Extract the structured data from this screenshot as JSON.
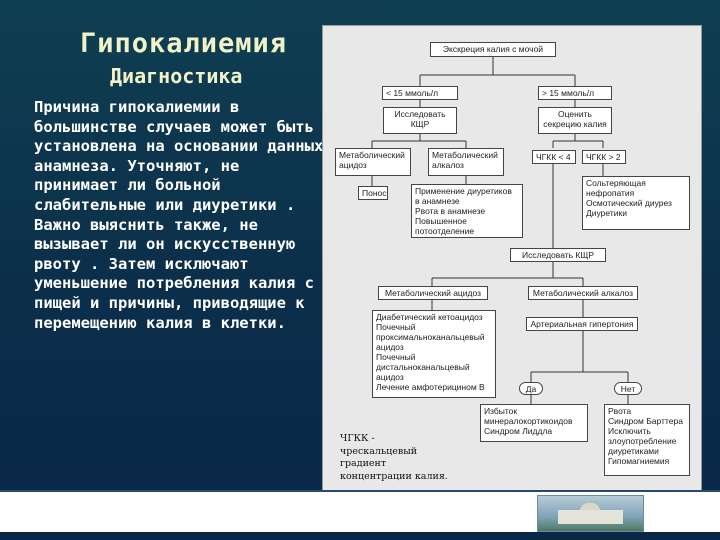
{
  "slide": {
    "title": "Гипокалиемия",
    "subtitle": "Диагностика",
    "body": "Причина гипокалиемии в большинстве случаев может быть установлена на основании данных анамнеза. Уточняют, не принимает ли больной слабительные или диуретики . Важно выяснить также, не вызывает ли он искусственную рвоту . Затем исключают уменьшение потребления калия с пищей и причины, приводящие к перемещению калия в клетки."
  },
  "flowchart": {
    "root": "Экскреция калия с мочой",
    "low_k": "< 15 ммоль/л",
    "high_k": "> 15 ммоль/л",
    "check_kshr_1": "Исследовать\nКЩР",
    "evaluate_secretion": "Оценить\nсекрецию калия",
    "metabolic_acidosis_1": "Метаболический\nацидоз",
    "metabolic_alkalosis_1": "Метаболический\nалкалоз",
    "ttkg_low": "ЧГКК < 4",
    "ttkg_high": "ЧГКК > 2",
    "diarrhea": "Понос",
    "alkalosis_causes": "Применение диуретиков\nв анамнезе\nРвота в анамнезе\nПовышенное потоотделение",
    "salt_wasting": "Сольтеряющая\nнефропатия\nОсмотический диурез\nДиуретики",
    "check_kshr_2": "Исследовать КЩР",
    "metabolic_acidosis_2": "Метаболический ацидоз",
    "metabolic_alkalosis_2": "Метаболический алкалоз",
    "acidosis_causes": "Диабетический кетоацидоз\nПочечный\nпроксимальноканальцевый\nацидоз\nПочечный\nдистальноканальцевый ацидоз\nЛечение амфотерицином B",
    "hypertension": "Артериальная гипертония",
    "yes": "Да",
    "no": "Нет",
    "mineralocorticoid": "Избыток\nминералокортикоидов\nСиндром Лиддла",
    "no_causes": "Рвота\nСиндром Барттера\nИсключить\nзлоупотребление\nдиуретиками\nГипомагниемия"
  },
  "legend": "ЧГКК -\nчрескальцевый\nградиент\nконцентрации калия."
}
